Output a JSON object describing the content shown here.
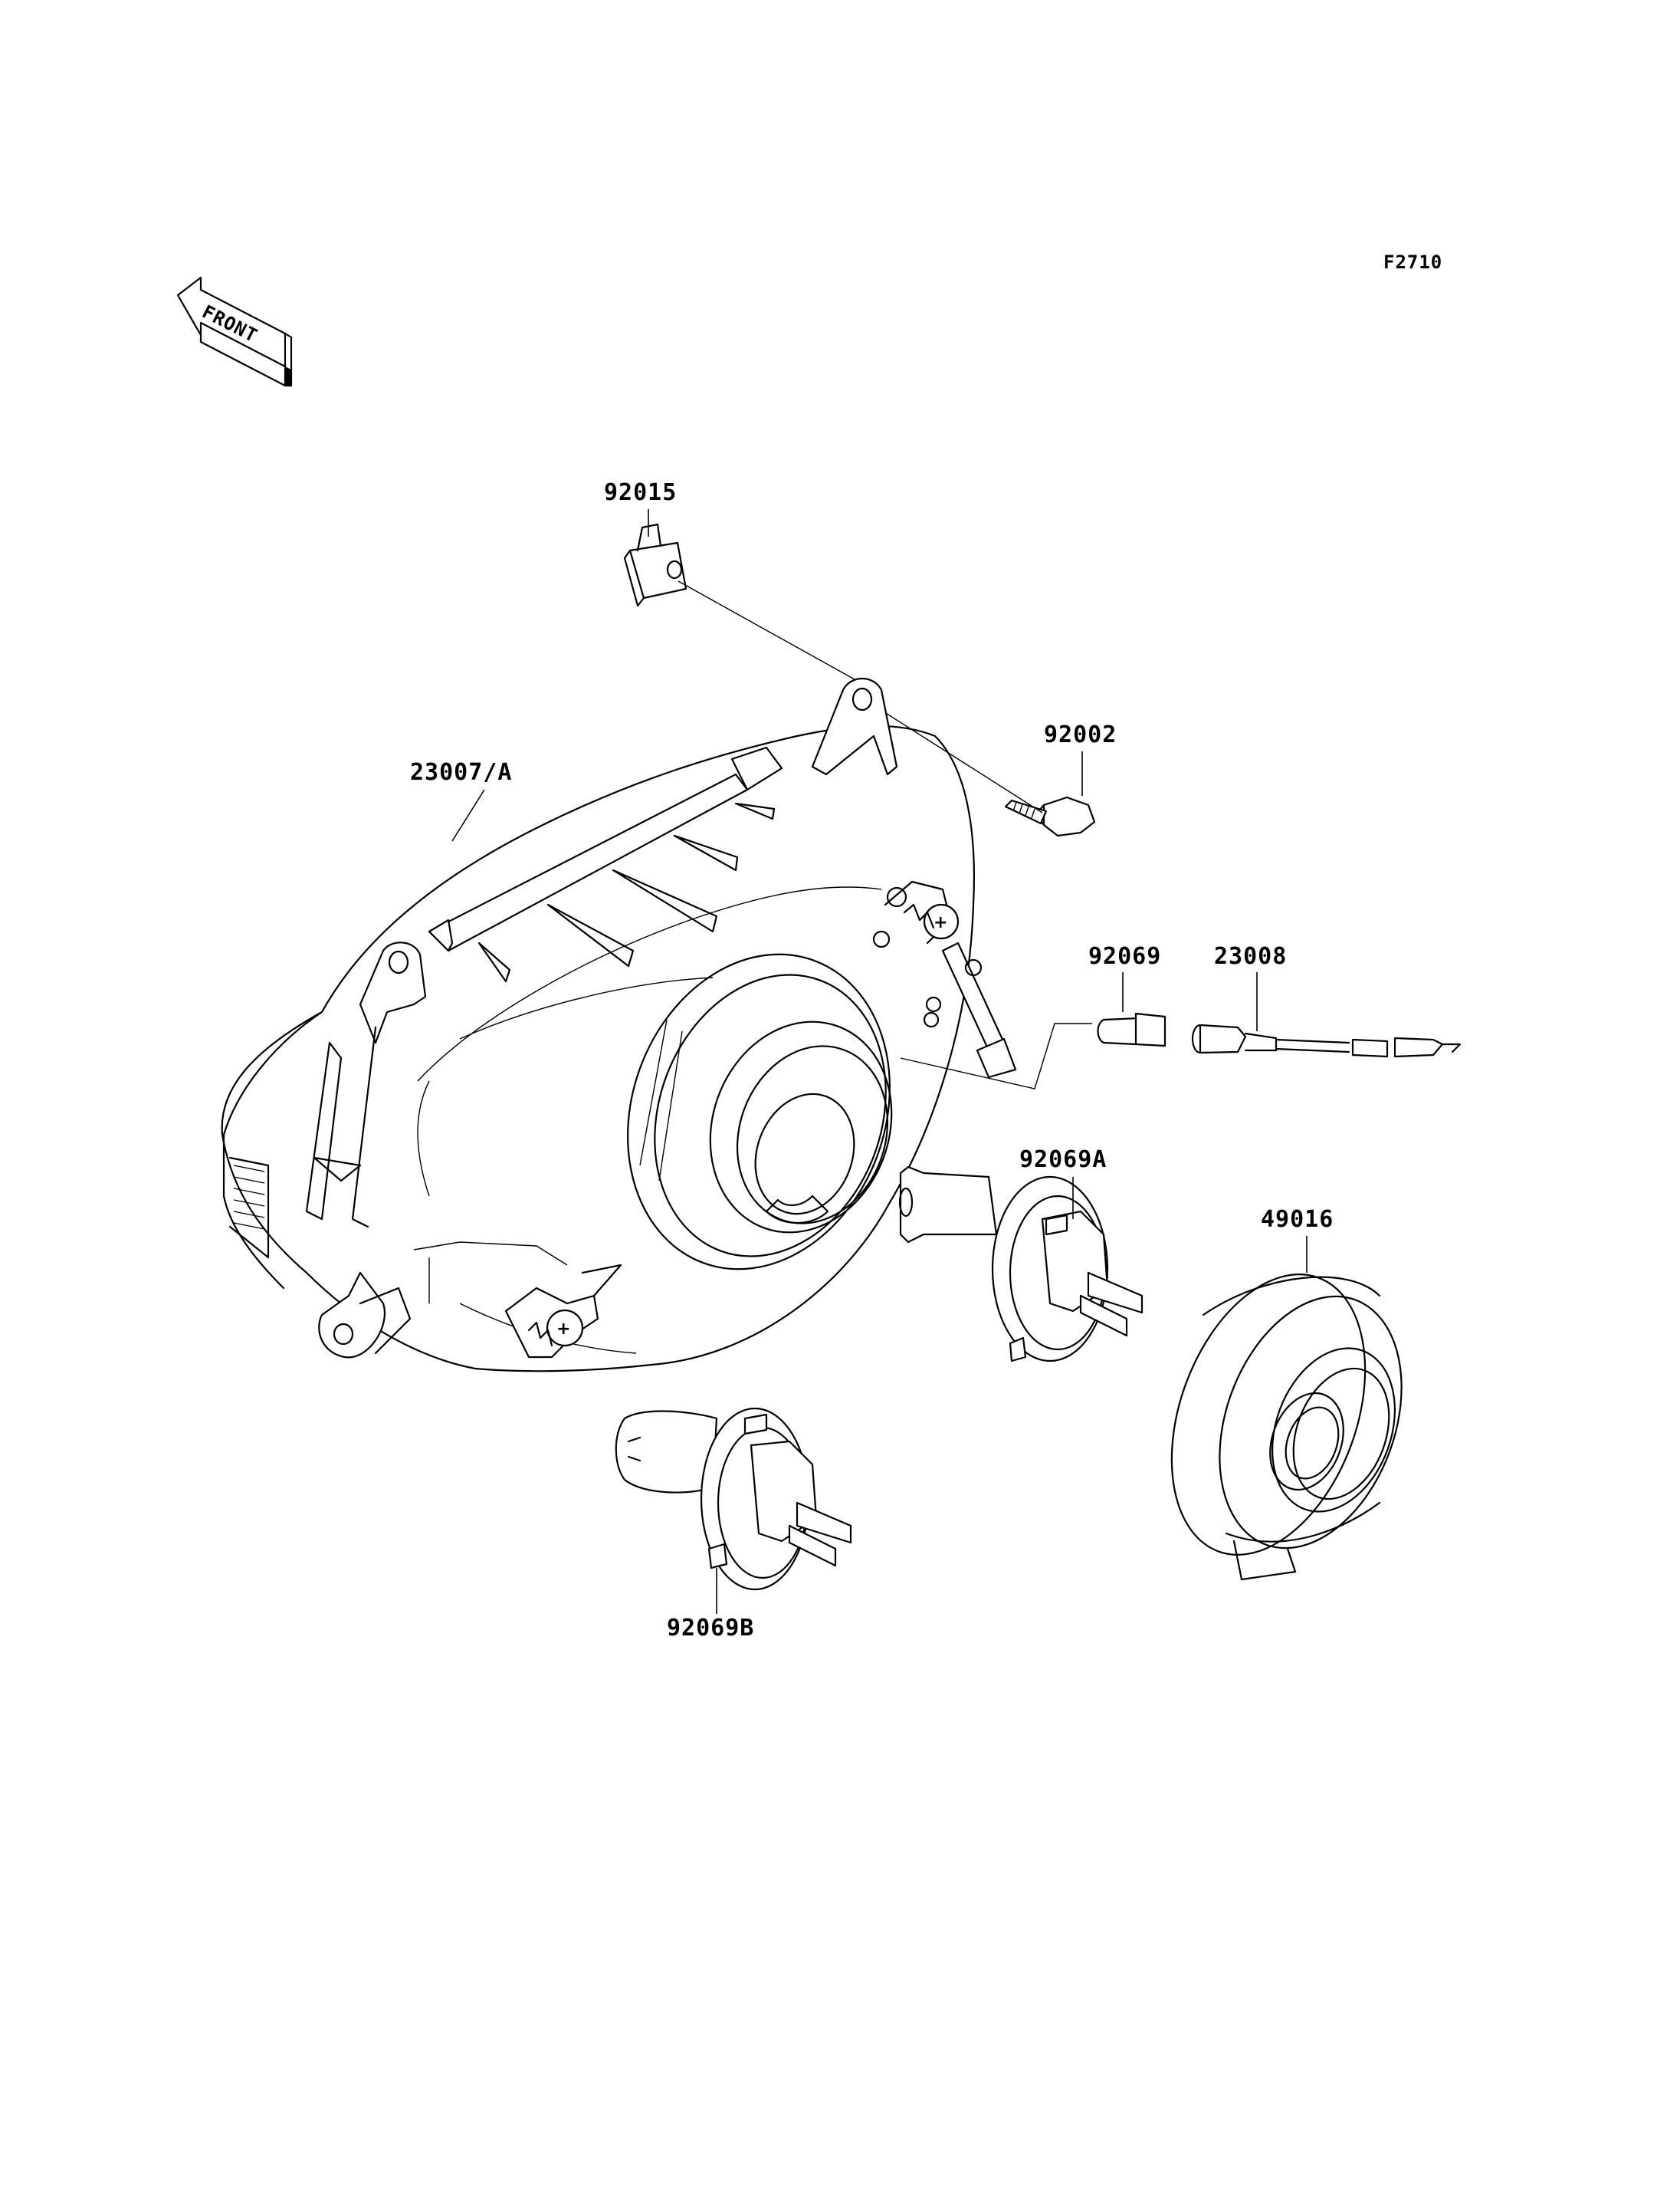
{
  "figure_code": "F2710",
  "front_arrow_label": "FRONT",
  "parts": [
    {
      "part_number": "92015"
    },
    {
      "part_number": "92002"
    },
    {
      "part_number": "23007/A"
    },
    {
      "part_number": "92069"
    },
    {
      "part_number": "23008"
    },
    {
      "part_number": "92069A"
    },
    {
      "part_number": "49016"
    },
    {
      "part_number": "92069B"
    }
  ]
}
